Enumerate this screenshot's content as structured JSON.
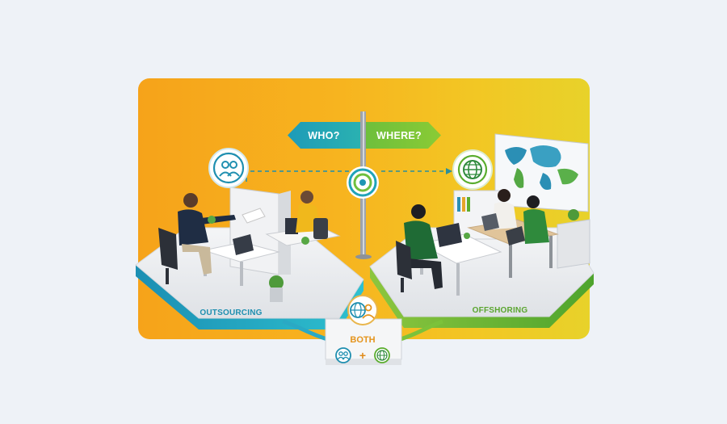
{
  "signpost": {
    "who_label": "WHO?",
    "where_label": "WHERE?"
  },
  "sections": {
    "outsourcing_label": "OUTSOURCING",
    "offshoring_label": "OFFSHORING",
    "both_label": "BOTH",
    "plus_symbol": "+"
  },
  "colors": {
    "panel_gradient_start": "#f6a31a",
    "panel_gradient_end": "#e8d22a",
    "outsourcing_accent": "#1f9fc0",
    "offshoring_accent": "#5aad2e",
    "both_accent": "#e5941c"
  },
  "icons": {
    "outsourcing": "people-icon",
    "offshoring": "globe-icon",
    "center": "target-icon",
    "both": "globe-person-icon"
  }
}
